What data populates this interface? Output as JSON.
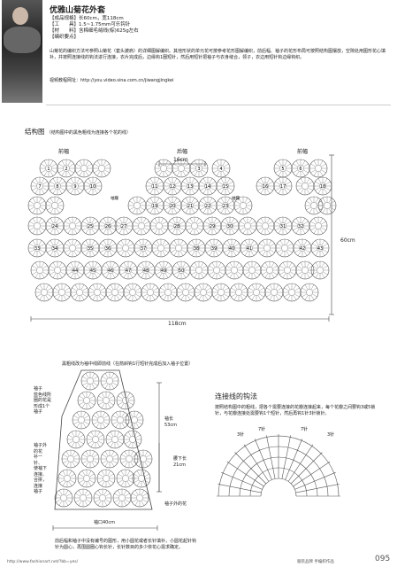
{
  "header": {
    "title": "优雅山菊花外套",
    "specs": [
      "【成品规格】长60cm，宽118cm",
      "【工　　具】1.5~1.75mm可乐钩针",
      "【材　　料】含棉细毛绒线(棕)625g左右",
      "【编织要点】"
    ],
    "description": "山菊花的编织方法可参照山菊花（套头披肩）的详细图解编织。其他形状的单元花可按参考花形图解编织，前后幅、袖子的花形布局可按照结构图摆放，空隙处用图形花心填补，并按照连接线的钩法进行连接，衣片完成后，边缘钩1圈短针，然后用短针把袖子与衣身缝合，领子，衣边用短针钩边缘钩织。",
    "video_link": "视频教程网址：http://you.video.sina.com.cn/jiwangjingkei"
  },
  "structure": {
    "title": "结构图",
    "note": "（结构图中的黑色粗线为连接各个花的线）",
    "labels": {
      "front_left": "前幅",
      "back": "后幅",
      "front_right": "前幅",
      "sleeve_left": "袖窿",
      "sleeve_right": "袖窿"
    },
    "dims": {
      "neck": "16cm",
      "height": "60cm",
      "width": "118cm"
    },
    "numbers": [
      "1",
      "2",
      "3",
      "4",
      "5",
      "6",
      "7",
      "8",
      "9",
      "10",
      "11",
      "12",
      "13",
      "14",
      "15",
      "16",
      "17",
      "18",
      "19",
      "20",
      "21",
      "22",
      "23",
      "24",
      "25",
      "26",
      "27",
      "28",
      "29",
      "30",
      "31",
      "32",
      "33",
      "34",
      "35",
      "36",
      "37",
      "38",
      "39",
      "40",
      "41",
      "42",
      "43",
      "44",
      "45",
      "46",
      "47",
      "48",
      "49",
      "50"
    ]
  },
  "sleeve": {
    "title": "黑粗线改为袖中线即前线（在箭斜钩1行短针完成后加入袖子位置）",
    "side_left_top": "袖子\n蓝色线所\n圈的花是\n形成1个\n袖子",
    "side_left_bottom": "袖子外\n的花\n补一\n针、\n使袖下\n连接、\n合拼，\n连接\n袖子",
    "dim_sleeve_length": "袖长\n53cm",
    "dim_cuff": "腰下长\n21cm",
    "dim_bottom": "袖口40cm",
    "note_right": "袖子外的花",
    "bottom_text": "前后幅和袖子中没有编号的图形，用小圆花或者长针填补，小圆花起针钩针为圆心，再围圆圈心钩长针，长针数目的多少依花心需求确定。"
  },
  "connect": {
    "title": "连接线的钩法",
    "description": "按照结构图中的粗线，把各个需要连接的花瓣连接起来，每个花瓣之间要钩3或5锁针，与花瓣连接处需要钩1个短针，然后再钩1针3针锁针。",
    "labels": [
      "3针",
      "7针",
      "3针",
      "7针"
    ]
  },
  "footer": {
    "url": "http://www.fashionart.net/?bb=yes/",
    "brand": "服装品牌 手编织作品",
    "page": "095"
  },
  "colors": {
    "ink": "#444444",
    "accent": "#666666"
  }
}
